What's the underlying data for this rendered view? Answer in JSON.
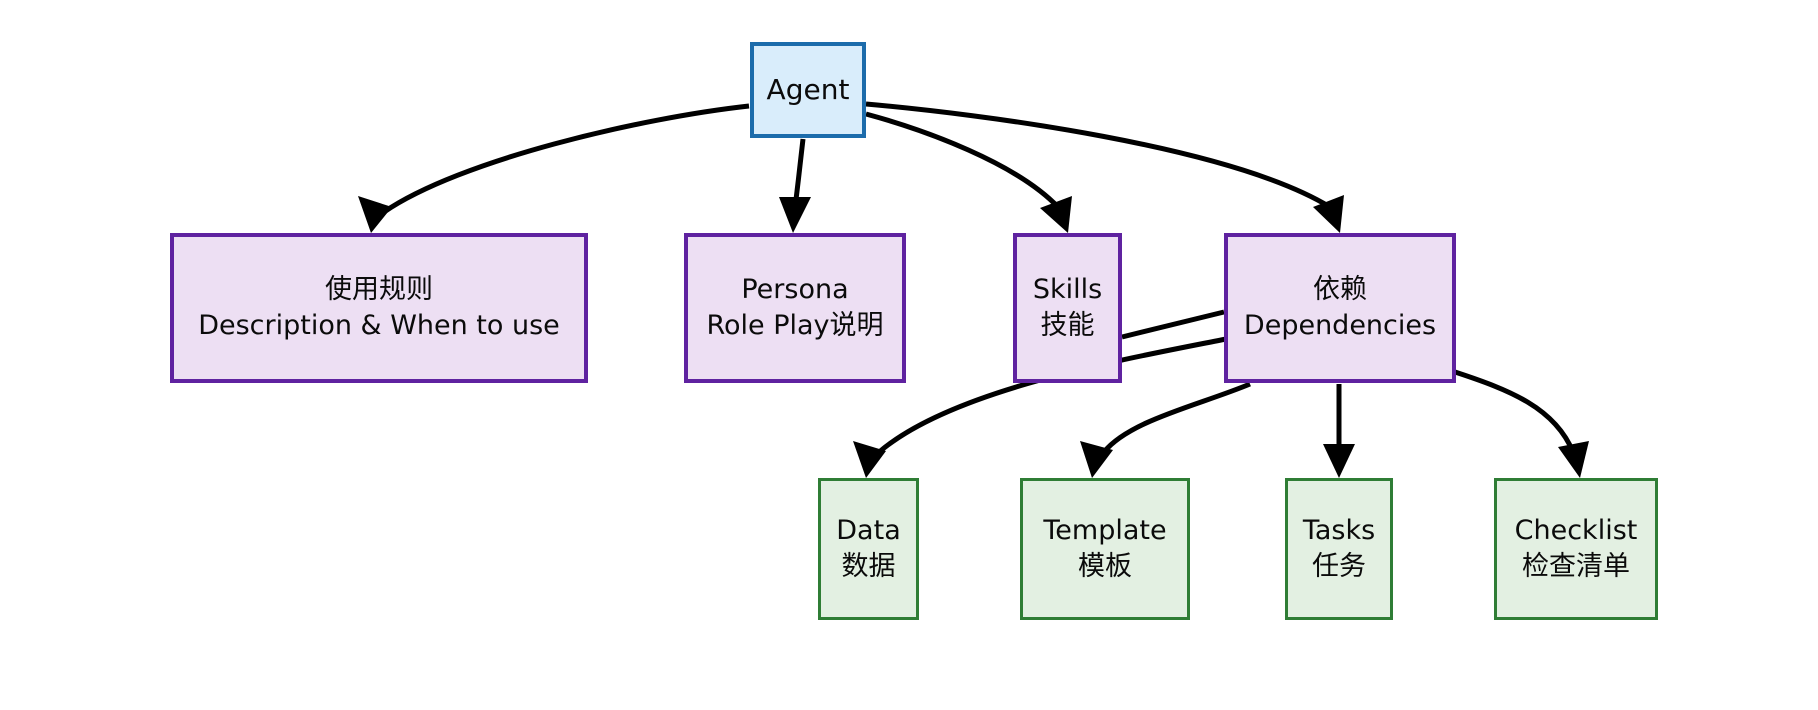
{
  "diagram": {
    "title": "Agent structure diagram",
    "type": "tree",
    "background": "#ffffff",
    "palette": {
      "root_fill": "#d9edfb",
      "root_stroke": "#1c6cab",
      "section_fill": "#eddff3",
      "section_stroke": "#5f22a0",
      "leaf_fill": "#e3f0e2",
      "leaf_stroke": "#2f7d35",
      "edge": "#000000",
      "text": "#0b0b0b"
    }
  },
  "nodes": {
    "agent": {
      "label": "Agent",
      "kind": "root"
    },
    "description": {
      "line1": "使用规则",
      "line2": "Description & When to use",
      "kind": "section"
    },
    "persona": {
      "line1": "Persona",
      "line2": "Role Play说明",
      "kind": "section"
    },
    "skills": {
      "line1": "Skills",
      "line2": "技能",
      "kind": "section"
    },
    "dependencies": {
      "line1": "依赖",
      "line2": "Dependencies",
      "kind": "section"
    },
    "data": {
      "line1": "Data",
      "line2": "数据",
      "kind": "leaf"
    },
    "template": {
      "line1": "Template",
      "line2": "模板",
      "kind": "leaf"
    },
    "tasks": {
      "line1": "Tasks",
      "line2": "任务",
      "kind": "leaf"
    },
    "checklist": {
      "line1": "Checklist",
      "line2": "检查清单",
      "kind": "leaf"
    }
  },
  "edges": [
    {
      "from": "agent",
      "to": "description",
      "arrow": "down"
    },
    {
      "from": "agent",
      "to": "persona",
      "arrow": "down"
    },
    {
      "from": "agent",
      "to": "skills",
      "arrow": "down"
    },
    {
      "from": "agent",
      "to": "dependencies",
      "arrow": "down"
    },
    {
      "from": "skills",
      "to": "dependencies",
      "arrow": "none"
    },
    {
      "from": "dependencies",
      "to": "data",
      "arrow": "down"
    },
    {
      "from": "dependencies",
      "to": "template",
      "arrow": "down"
    },
    {
      "from": "dependencies",
      "to": "tasks",
      "arrow": "down"
    },
    {
      "from": "dependencies",
      "to": "checklist",
      "arrow": "down"
    }
  ]
}
